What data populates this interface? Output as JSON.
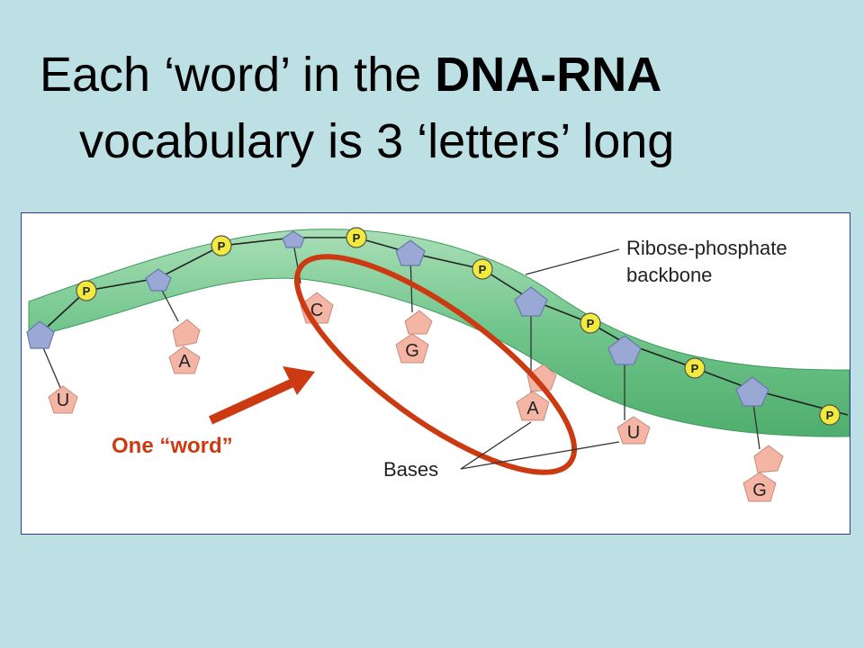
{
  "title": {
    "line1_prefix": "Each ‘word’ in the ",
    "line1_bold": "DNA-RNA",
    "line2": "vocabulary is 3 ‘letters’ long"
  },
  "diagram": {
    "backbone_label_line1": "Ribose-phosphate",
    "backbone_label_line2": "backbone",
    "bases_label": "Bases",
    "word_label": "One “word”",
    "phosphate_symbol": "P",
    "bases": [
      "U",
      "A",
      "C",
      "G",
      "A",
      "U",
      "G"
    ],
    "colors": {
      "backbone_band": "#6fc48a",
      "sugar": "#9aa8d6",
      "phosphate": "#f2ea3c",
      "base": "#f5b5a5",
      "highlight": "#cc3a12",
      "background": "#bde0e4"
    }
  }
}
